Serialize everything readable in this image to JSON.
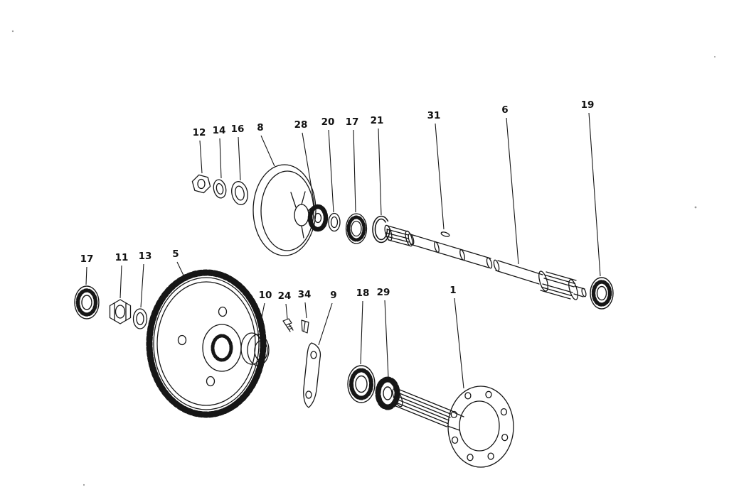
{
  "theme": {
    "paper": "#ffffff",
    "ink": "#161616",
    "label": "#111111"
  },
  "diagram": {
    "type": "exploded-parts-diagram",
    "callouts": {
      "top": [
        "12",
        "14",
        "16",
        "8",
        "28",
        "20",
        "17",
        "21",
        "31",
        "6",
        "19"
      ],
      "bottom": [
        "17",
        "11",
        "13",
        "5",
        "10",
        "24",
        "34",
        "9",
        "18",
        "29",
        "1"
      ]
    }
  }
}
